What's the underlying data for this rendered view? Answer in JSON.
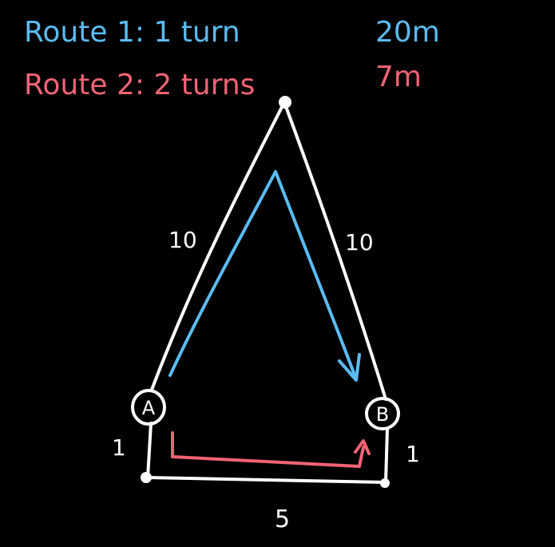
{
  "routes": {
    "route1": {
      "label": "Route 1: 1 turn",
      "distance": "20m"
    },
    "route2": {
      "label": "Route 2: 2 turns",
      "distance": "7m"
    }
  },
  "points": {
    "a": "A",
    "b": "B"
  },
  "edges": {
    "left_slant": "10",
    "right_slant": "10",
    "left_short": "1",
    "right_short": "1",
    "bottom": "5"
  },
  "colors": {
    "background": "#000000",
    "route1": "#5bbcf3",
    "route2": "#f26375",
    "edges": "#ffffff"
  }
}
